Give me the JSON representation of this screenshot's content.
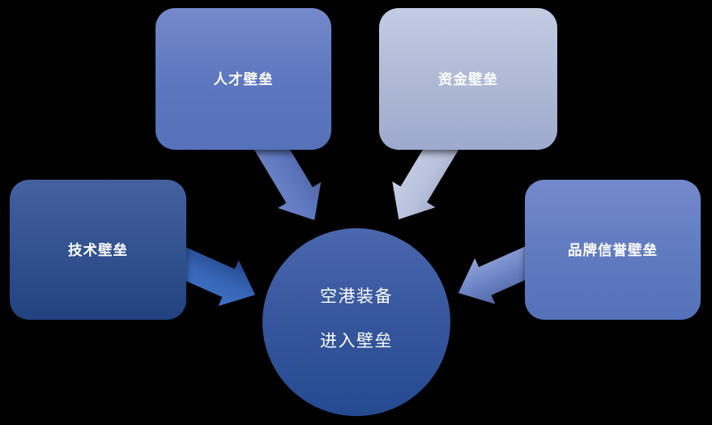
{
  "diagram": {
    "background_color": "#000000",
    "center_node": {
      "lines": [
        "空港装备",
        "进入壁垒"
      ],
      "gradient_top": "#4B67AE",
      "gradient_bottom": "#254A90",
      "text_color": "#FFFFFF"
    },
    "boxes": [
      {
        "key": "talent",
        "label": "人才壁垒",
        "gradient_top": "#7489CA",
        "gradient_bottom": "#5671BA"
      },
      {
        "key": "capital",
        "label": "资金壁垒",
        "gradient_top": "#C4CBE3",
        "gradient_bottom": "#9EAACE"
      },
      {
        "key": "technology",
        "label": "技术壁垒",
        "gradient_top": "#46619F",
        "gradient_bottom": "#21417F"
      },
      {
        "key": "brand",
        "label": "品牌信誉壁垒",
        "gradient_top": "#7389CB",
        "gradient_bottom": "#5571B9"
      }
    ],
    "arrows": [
      {
        "from": "人才壁垒",
        "to": "空港装备进入壁垒",
        "direction": "down-right",
        "color": "#5C76BE"
      },
      {
        "from": "资金壁垒",
        "to": "空港装备进入壁垒",
        "direction": "down-left",
        "color": "#B8C2DD"
      },
      {
        "from": "技术壁垒",
        "to": "空港装备进入壁垒",
        "direction": "right-down",
        "color": "#3766B7"
      },
      {
        "from": "品牌信誉壁垒",
        "to": "空港装备进入壁垒",
        "direction": "left-down",
        "color": "#6D86C8"
      }
    ]
  }
}
